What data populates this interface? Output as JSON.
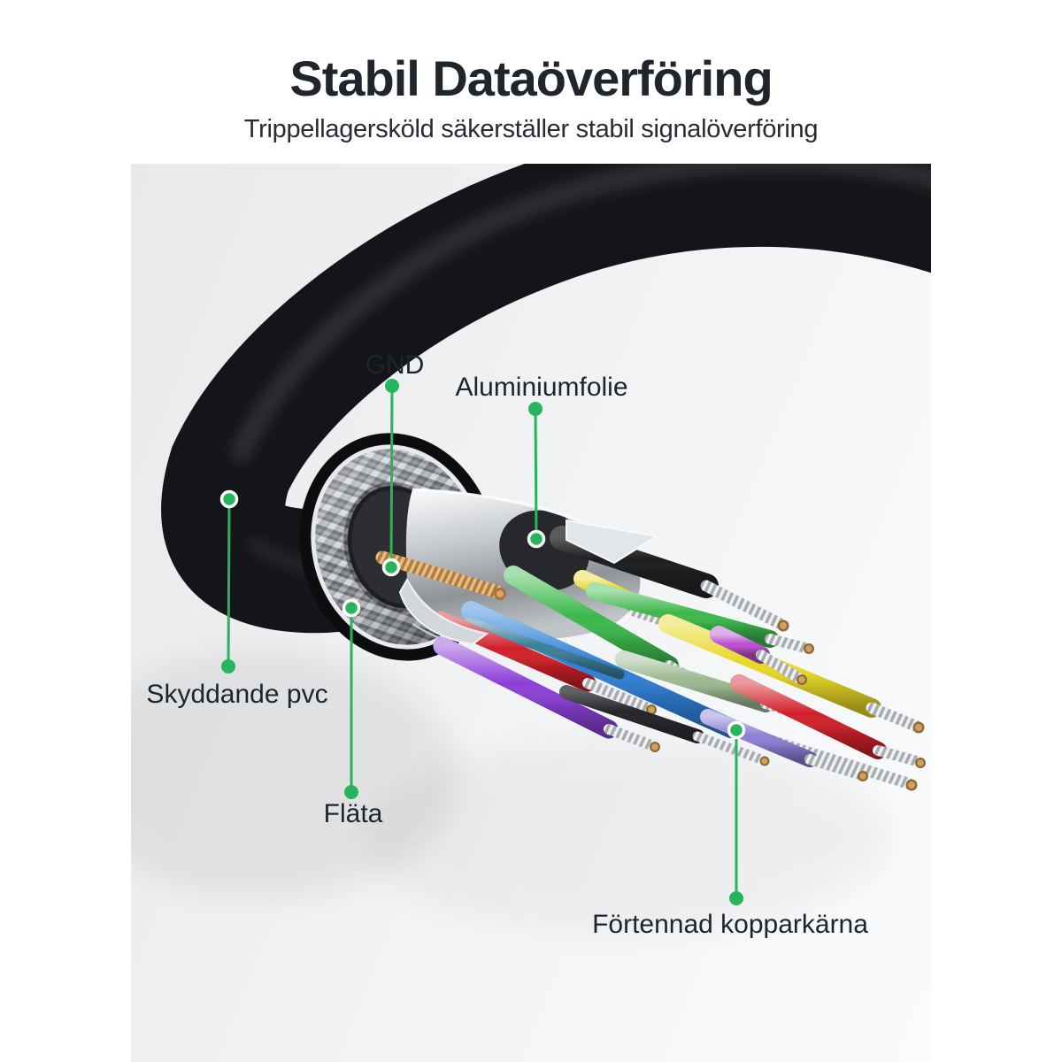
{
  "header": {
    "title": "Stabil Dataöverföring",
    "subtitle": "Trippellagersköld säkerställer stabil signalöverföring"
  },
  "labels": {
    "gnd": "GND",
    "aluminiumfolie": "Aluminiumfolie",
    "skyddande_pvc": "Skyddande pvc",
    "flata": "Fläta",
    "fortennad_kopparkarna": "Förtennad kopparkärna"
  },
  "colors": {
    "accent_green": "#28b45c",
    "callout_dot_ring": "#ffffff",
    "text_dark": "#20242b",
    "jacket_black": "#141518",
    "braid_silver": "#d9dcdf",
    "foil_silver": "#c7cace",
    "copper": "#c08a50",
    "wires": {
      "green": "#3cb84c",
      "sage_green": "#9db990",
      "blue": "#2e7fd6",
      "teal": "#3a7f99",
      "red": "#d2202a",
      "violet": "#8b3fd6",
      "orchid": "#bb4fd0",
      "lavender": "#8a7fd4",
      "yellow": "#e8d826",
      "black": "#232528"
    }
  }
}
